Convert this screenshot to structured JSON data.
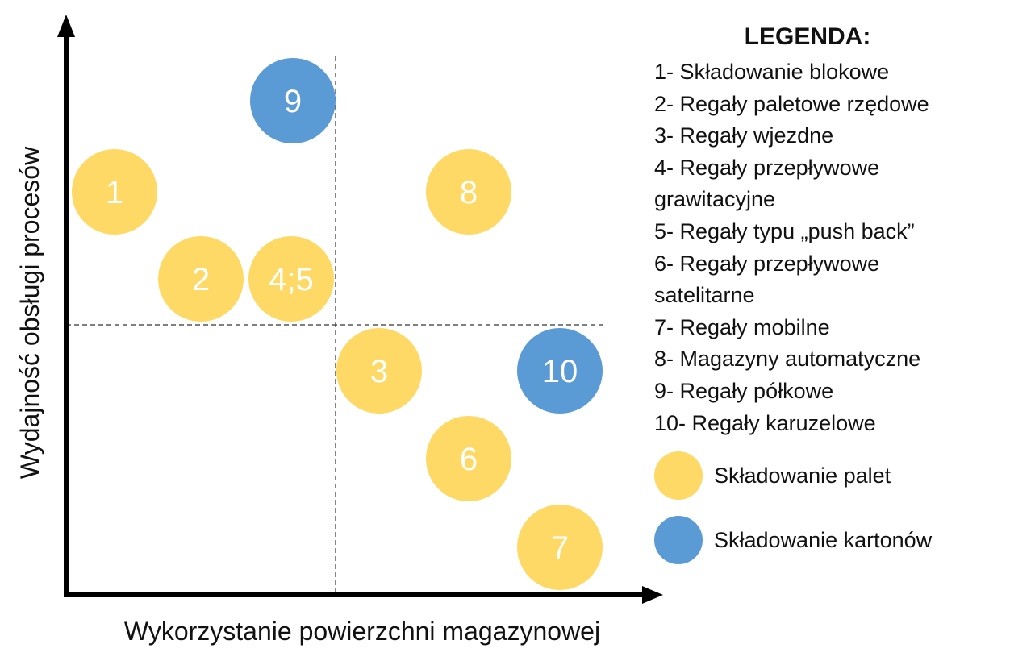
{
  "diagram": {
    "y_axis_label": "Wydajność obsługi procesów",
    "x_axis_label": "Wykorzystanie powierzchni magazynowej",
    "bubbles": [
      {
        "label": "9",
        "group": "cartons"
      },
      {
        "label": "1",
        "group": "pallets"
      },
      {
        "label": "8",
        "group": "pallets"
      },
      {
        "label": "2",
        "group": "pallets"
      },
      {
        "label": "4;5",
        "group": "pallets"
      },
      {
        "label": "3",
        "group": "pallets"
      },
      {
        "label": "10",
        "group": "cartons"
      },
      {
        "label": "6",
        "group": "pallets"
      },
      {
        "label": "7",
        "group": "pallets"
      }
    ]
  },
  "legend": {
    "title": "LEGENDA:",
    "items": [
      "1- Składowanie blokowe",
      "2- Regały paletowe rzędowe",
      "3- Regały wjezdne",
      "4- Regały przepływowe",
      "grawitacyjne",
      "5- Regały typu „push back”",
      "6- Regały przepływowe",
      "satelitarne",
      "7- Regały mobilne",
      "8- Magazyny automatyczne",
      "9- Regały półkowe",
      "10- Regały karuzelowe"
    ],
    "keys": {
      "pallets": {
        "label": "Składowanie palet",
        "color": "#FFD966"
      },
      "cartons": {
        "label": "Składowanie kartonów",
        "color": "#5B9BD5"
      }
    }
  }
}
